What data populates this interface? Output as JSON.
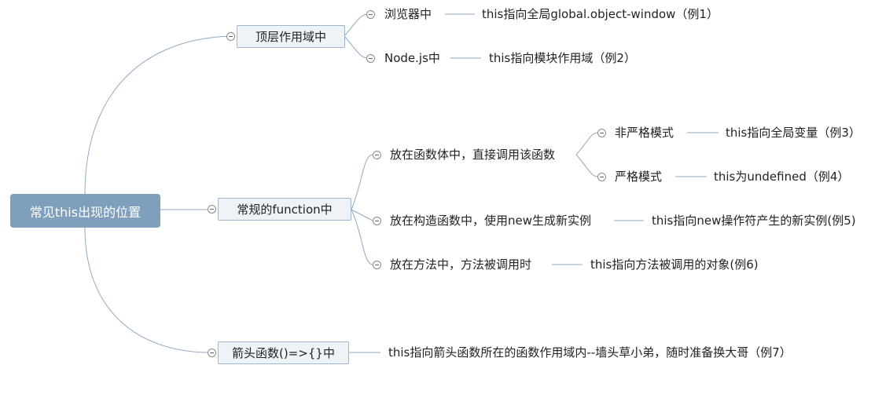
{
  "root": "常见this出现的位置",
  "branches": [
    {
      "label": "顶层作用域中",
      "children": [
        {
          "label": "浏览器中",
          "note": "this指向全局global.object-window（例1）"
        },
        {
          "label": "Node.js中",
          "note": "this指向模块作用域（例2）"
        }
      ]
    },
    {
      "label": "常规的function中",
      "children": [
        {
          "label": "放在函数体中，直接调用该函数",
          "children": [
            {
              "label": "非严格模式",
              "note": "this指向全局变量（例3）"
            },
            {
              "label": "严格模式",
              "note": "this为undefined（例4）"
            }
          ]
        },
        {
          "label": "放在构造函数中，使用new生成新实例",
          "note": "this指向new操作符产生的新实例(例5)"
        },
        {
          "label": "放在方法中，方法被调用时",
          "note": "this指向方法被调用的对象(例6)"
        }
      ]
    },
    {
      "label": "箭头函数()=>{}中",
      "note": "this指向箭头函数所在的函数作用域内--墙头草小弟，随时准备换大哥（例7）"
    }
  ],
  "colors": {
    "root_fill": "#7f9fbd",
    "branch_fill": "#eef3f8",
    "branch_border": "#9fb6cc",
    "connector": "#8fa9c2"
  }
}
